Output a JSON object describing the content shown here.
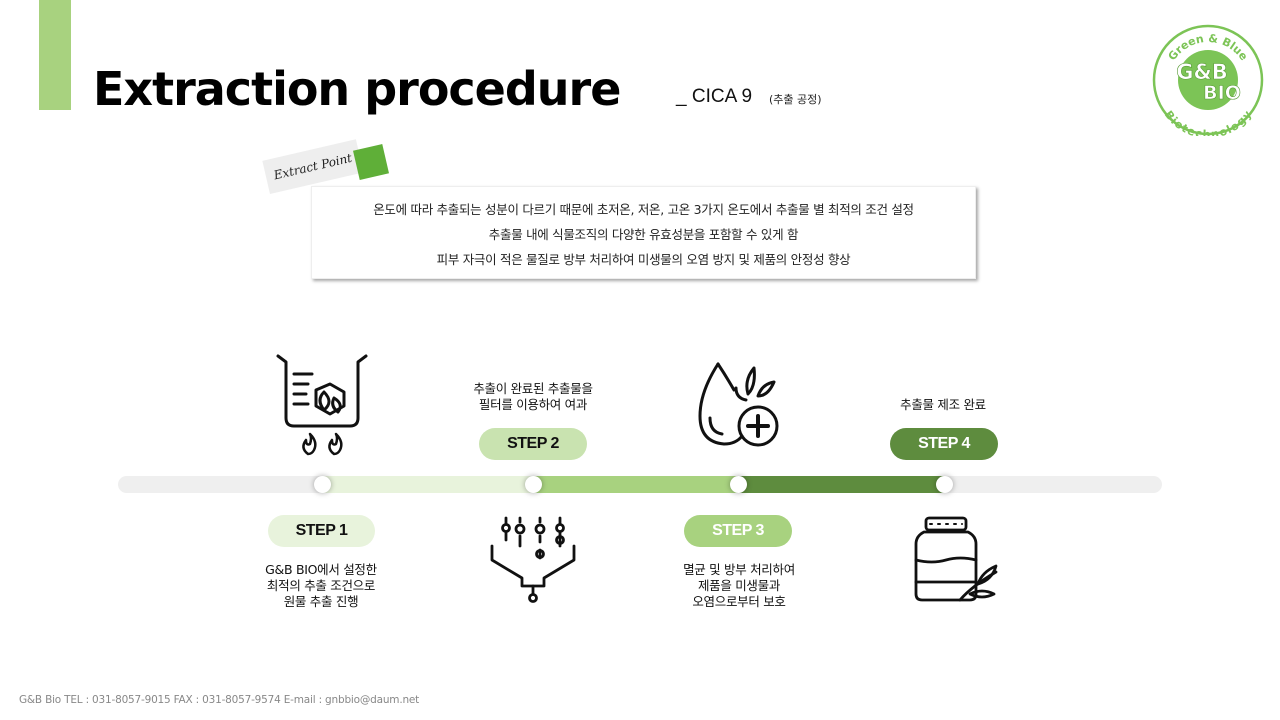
{
  "header": {
    "title": "Extraction procedure",
    "subtitle": "_ CICA 9",
    "subtitle_ko": "(추출 공정)"
  },
  "logo": {
    "top_text": "Green & Blue",
    "brand": "G&B",
    "brand2": "BIO",
    "bottom_text": "Biotechnology",
    "color": "#7cc456"
  },
  "extract_point": {
    "tag": "Extract Point",
    "lines": [
      "온도에 따라 추출되는 성분이 다르기 때문에 초저온, 저온, 고온 3가지 온도에서 추출물 별 최적의 조건 설정",
      "추출물 내에 식물조직의 다양한 유효성분을 포함할 수 있게 함",
      "피부 자극이 적은 물질로 방부 처리하여 미생물의 오염 방지 및 제품의 안정성 향상"
    ]
  },
  "steps": [
    {
      "label": "STEP 1",
      "desc": [
        "G&B BIO에서 설정한",
        "최적의 추출 조건으로",
        "원물 추출 진행"
      ],
      "icon": "beaker-heat-icon"
    },
    {
      "label": "STEP 2",
      "desc": [
        "추출이 완료된 추출물을",
        "필터를 이용하여 여과"
      ],
      "icon": "filter-funnel-icon"
    },
    {
      "label": "STEP 3",
      "desc": [
        "멸균 및 방부 처리하여",
        "제품을 미생물과",
        "오염으로부터 보호"
      ],
      "icon": "drop-leaf-plus-icon"
    },
    {
      "label": "STEP 4",
      "desc": [
        "추출물 제조 완료"
      ],
      "icon": "jar-leaf-icon"
    }
  ],
  "colors": {
    "accent": "#a8d27f",
    "step1": "#e8f3dc",
    "step2": "#c9e3b0",
    "step3": "#a8d27f",
    "step4": "#5e8c3e"
  },
  "footer": {
    "text": "G&B Bio TEL : 031-8057-9015 FAX : 031-8057-9574 E-mail : gnbbio@daum.net"
  }
}
